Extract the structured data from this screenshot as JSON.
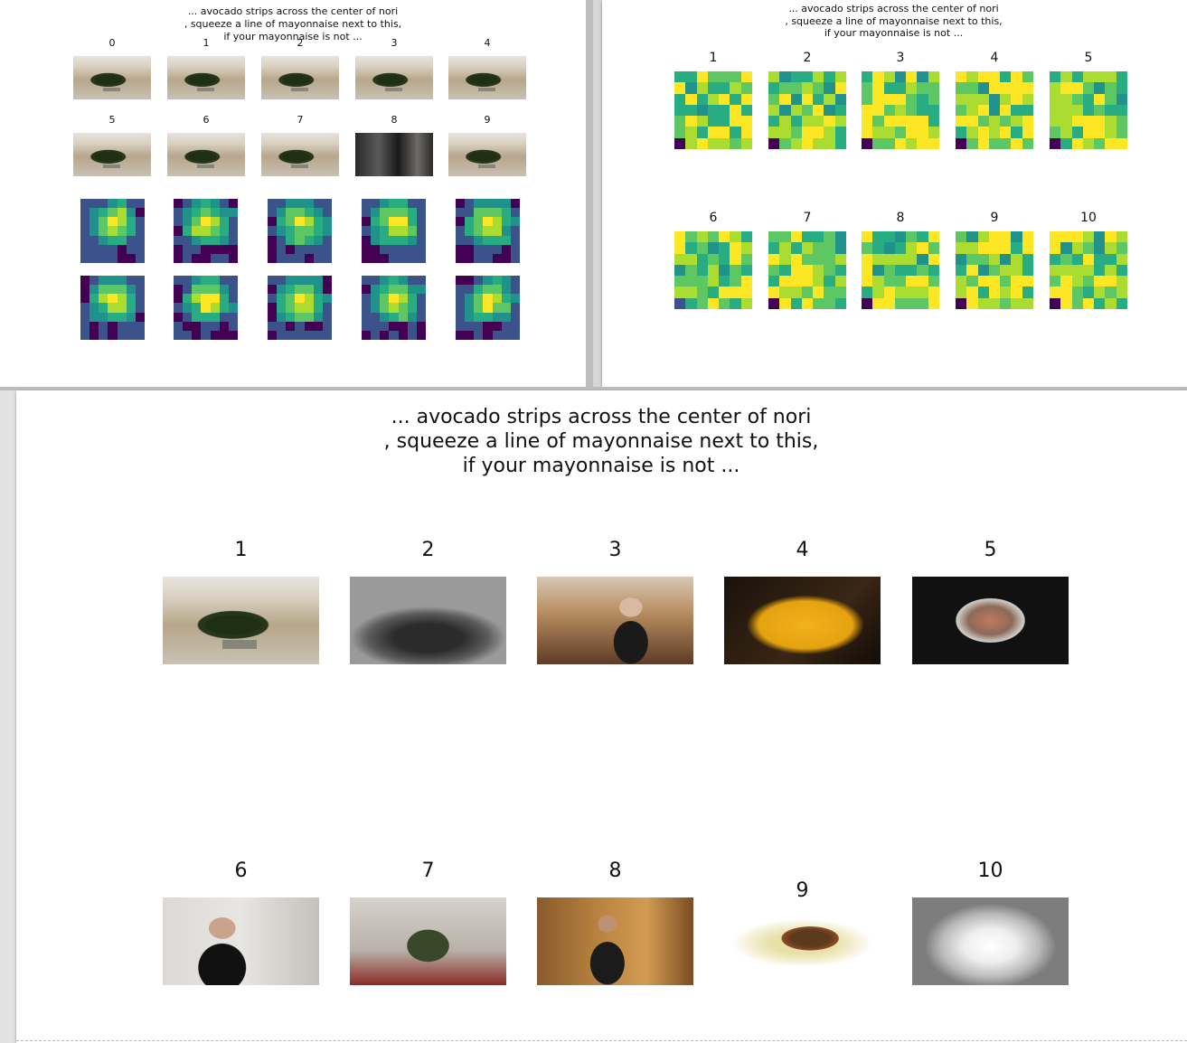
{
  "caption": "... avocado strips across the center of nori\n, squeeze a line of mayonnaise next to this,\nif your mayonnaise is not ...",
  "colors": {
    "viridis": [
      "#440154",
      "#3b528b",
      "#21918c",
      "#27ad81",
      "#5dc863",
      "#aadc32",
      "#fde725"
    ]
  },
  "window_a": {
    "frame_labels": [
      "0",
      "1",
      "2",
      "3",
      "4",
      "5",
      "6",
      "7",
      "8",
      "9"
    ],
    "frame_thumbs": [
      "t-sushi",
      "t-sushi",
      "t-sushi",
      "t-sushi",
      "t-sushi",
      "t-sushi",
      "t-sushi",
      "t-sushi",
      "t-kitchen-dark",
      "t-sushi"
    ]
  },
  "window_b": {
    "labels": [
      "1",
      "2",
      "3",
      "4",
      "5",
      "6",
      "7",
      "8",
      "9",
      "10"
    ]
  },
  "window_c": {
    "labels": [
      "1",
      "2",
      "3",
      "4",
      "5",
      "6",
      "7",
      "8",
      "9",
      "10"
    ],
    "thumbs": [
      "t-sushi",
      "t-pot",
      "t-man-kitchen",
      "t-yellow",
      "t-bowl",
      "t-man-black",
      "t-avocado",
      "t-man-wood",
      "t-plate",
      "t-white"
    ]
  }
}
